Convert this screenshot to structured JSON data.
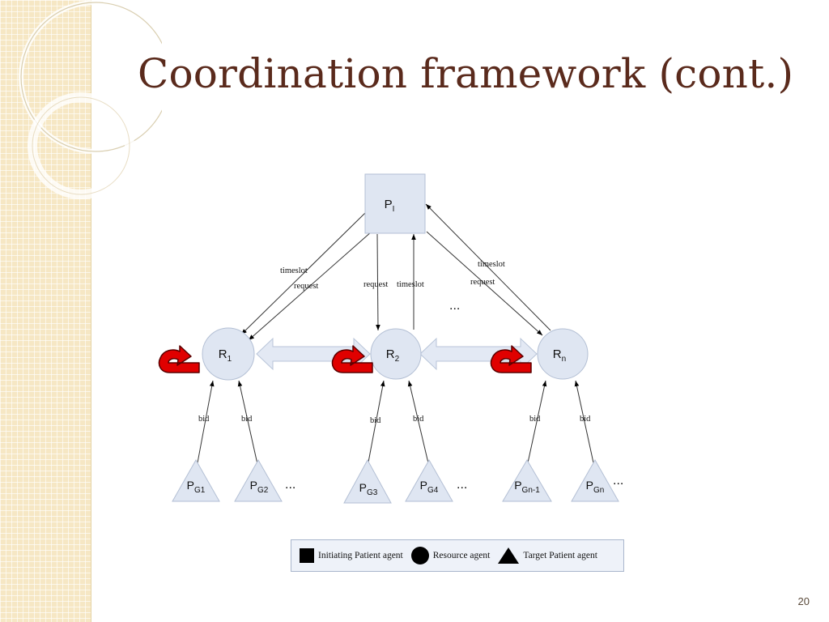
{
  "slide": {
    "title": "Coordination framework (cont.)",
    "page_number": "20"
  },
  "diagram": {
    "initiator": {
      "label": "P",
      "sub": "I"
    },
    "resources": [
      {
        "label": "R",
        "sub": "1"
      },
      {
        "label": "R",
        "sub": "2"
      },
      {
        "label": "R",
        "sub": "n"
      }
    ],
    "targets": [
      {
        "label": "P",
        "sub": "G1"
      },
      {
        "label": "P",
        "sub": "G2"
      },
      {
        "label": "P",
        "sub": "G3"
      },
      {
        "label": "P",
        "sub": "G4"
      },
      {
        "label": "P",
        "sub": "Gn-1"
      },
      {
        "label": "P",
        "sub": "Gn"
      }
    ],
    "edge_labels": {
      "timeslot": "timeslot",
      "request": "request",
      "bid": "bid"
    },
    "ellipsis": "..."
  },
  "legend": {
    "initiating": "Initiating Patient agent",
    "resource": "Resource agent",
    "target": "Target Patient agent"
  },
  "colors": {
    "title": "#5a2a1c",
    "node_fill": "#dfe6f2",
    "node_stroke": "#b3bfd4",
    "loop_arrow": "#e00000"
  }
}
